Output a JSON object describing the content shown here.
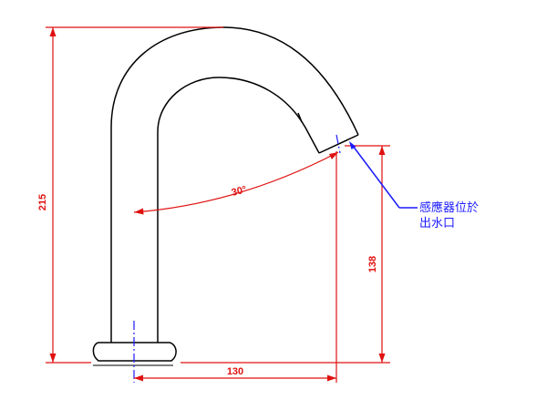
{
  "dimensions": {
    "total_height": "215",
    "outlet_height": "138",
    "reach": "130",
    "angle": "30°"
  },
  "annotation": {
    "line1": "感應器位於",
    "line2": "出水口"
  },
  "colors": {
    "outline": "#000000",
    "dimension": "#e01010",
    "annotation": "#1a1aff"
  }
}
